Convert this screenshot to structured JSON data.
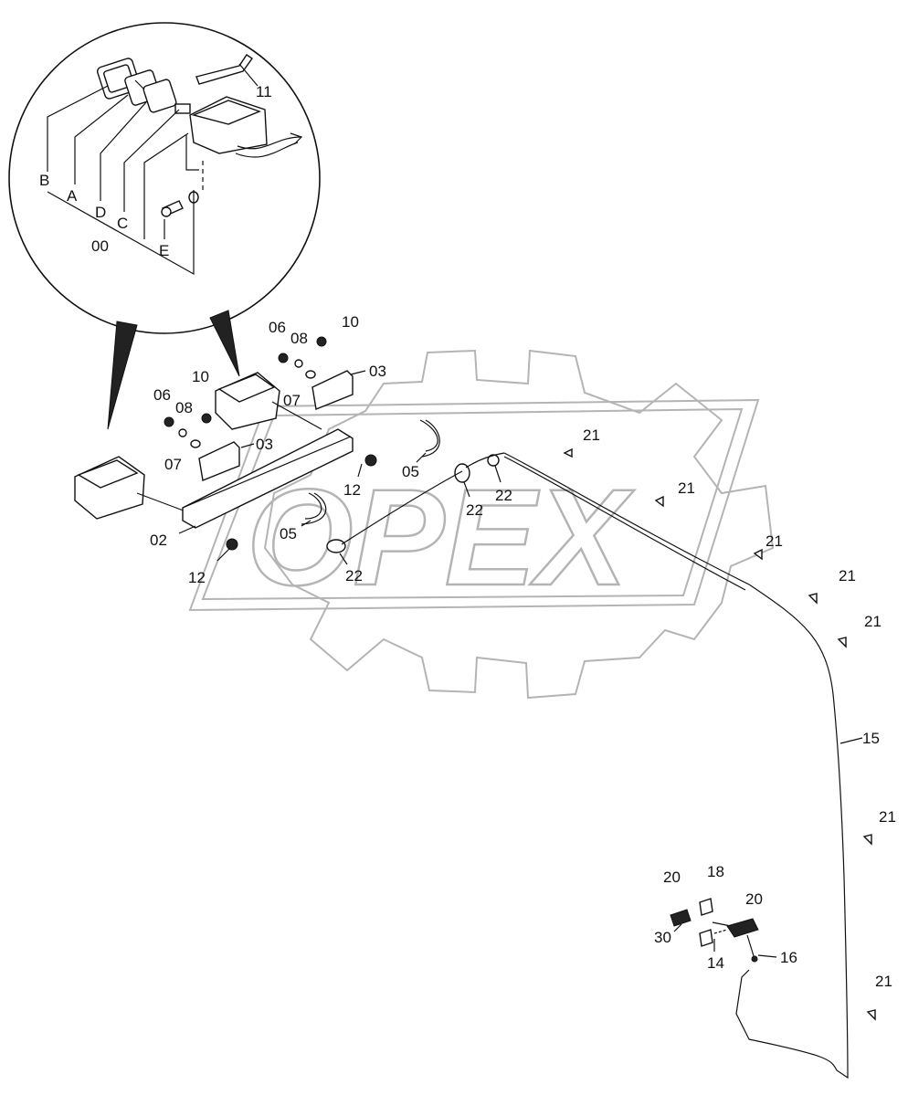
{
  "watermark": {
    "text": "OPEX",
    "color": "#b4b4b4"
  },
  "detail": {
    "labels": {
      "B": "B",
      "A": "A",
      "D": "D",
      "OO": "00",
      "C": "C",
      "E": "E",
      "p11": "11"
    }
  },
  "callouts": {
    "p06a": "06",
    "p08a": "08",
    "p10a": "10",
    "p03a": "03",
    "p07a": "07",
    "p06b": "06",
    "p08b": "08",
    "p10b": "10",
    "p03b": "03",
    "p07b": "07",
    "p12a": "12",
    "p12b": "12",
    "p02": "02",
    "p05a": "05",
    "p05b": "05",
    "p22a": "22",
    "p22b": "22",
    "p22c": "22",
    "p21a": "21",
    "p21b": "21",
    "p21c": "21",
    "p21d": "21",
    "p21e": "21",
    "p21f": "21",
    "p21g": "21",
    "p15": "15",
    "p20a": "20",
    "p18": "18",
    "p20b": "20",
    "p30": "30",
    "p14": "14",
    "p16": "16"
  }
}
